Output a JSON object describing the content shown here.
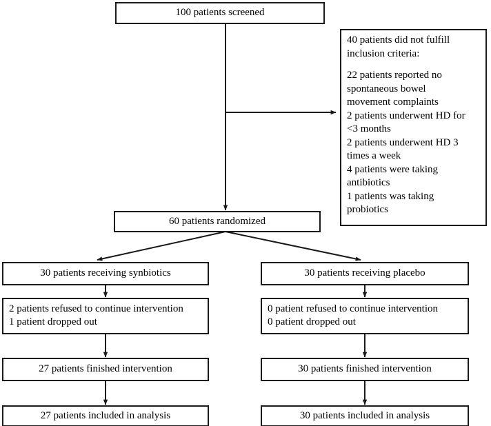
{
  "diagram": {
    "title": "CONSORT patient flow diagram",
    "line_color": "#1a1a1a",
    "text_color": "#000000",
    "background": "#ffffff",
    "nodes": {
      "screened": "100 patients screened",
      "excluded_heading_1": "40 patients did not fulfill",
      "excluded_heading_2": "inclusion criteria:",
      "excluded_item_1a": "22 patients reported no",
      "excluded_item_1b": "spontaneous bowel",
      "excluded_item_1c": "movement complaints",
      "excluded_item_2a": "2 patients underwent HD for",
      "excluded_item_2b": "<3 months",
      "excluded_item_3a": "2 patients underwent HD 3",
      "excluded_item_3b": "times a week",
      "excluded_item_4a": "4 patients were taking",
      "excluded_item_4b": "antibiotics",
      "excluded_item_5a": "1 patients was taking",
      "excluded_item_5b": "probiotics",
      "randomized": "60 patients randomized",
      "arm_left_allocation": "30 patients receiving synbiotics",
      "arm_right_allocation": "30 patients receiving placebo",
      "arm_left_dropout_1": "2 patients refused to continue intervention",
      "arm_left_dropout_2": "1 patient dropped out",
      "arm_right_dropout_1": "0 patient refused to continue intervention",
      "arm_right_dropout_2": "0 patient dropped out",
      "arm_left_finished": "27 patients finished intervention",
      "arm_right_finished": "30 patients finished intervention",
      "arm_left_analysis": "27 patients included in analysis",
      "arm_right_analysis": "30 patients included in analysis"
    }
  }
}
